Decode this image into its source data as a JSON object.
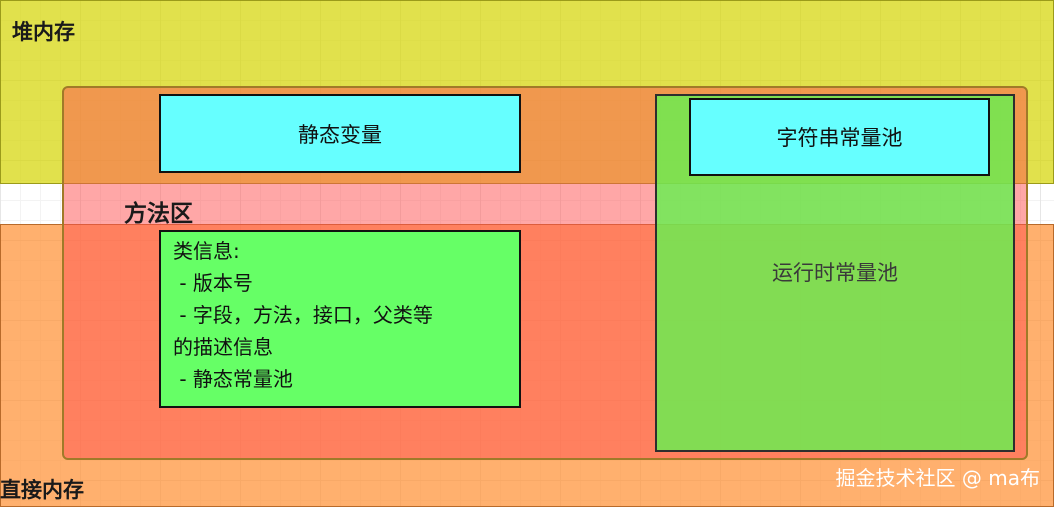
{
  "regions": {
    "heap": "堆内存",
    "method_area": "方法区",
    "direct_memory": "直接内存"
  },
  "boxes": {
    "static_vars": "静态变量",
    "string_pool": "字符串常量池",
    "runtime_pool": "运行时常量池"
  },
  "class_info": {
    "title": "类信息:",
    "lines": [
      " - 版本号",
      " - 字段，方法，接口，父类等",
      "的描述信息",
      " - 静态常量池"
    ]
  },
  "watermark": "掘金技术社区 @ ma布",
  "colors": {
    "heap": "#D4D400",
    "method_area": "#FF5050",
    "direct_memory": "#FF8F30",
    "cyan_box": "#66FFFF",
    "green_box": "#66FF66"
  }
}
